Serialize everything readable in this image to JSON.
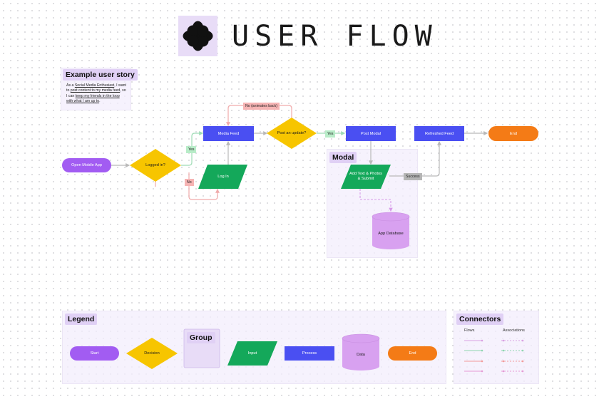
{
  "title": {
    "text": "USER FLOW",
    "icon": "flower-icon"
  },
  "story": {
    "label": "Example user story",
    "line1": "As a ",
    "persona": "Social Media Enthusiast",
    "line2": ", I want to ",
    "goal": "post content to my media feed",
    "line3": ", so I can ",
    "benefit": "keep my friends in the loop with what I am up to",
    "line4": "."
  },
  "flow": {
    "open_app": "Open Mobile App",
    "logged_in": "Logged in?",
    "yes_1": "Yes",
    "no_1": "No",
    "log_in": "Log In",
    "media_feed": "Media Feed",
    "post_update": "Post an update?",
    "no_animates": "No (animates back)",
    "yes_2": "Yes",
    "post_modal": "Post Modal",
    "refreshed_feed": "Refreshed Feed",
    "end": "End",
    "modal_label": "Modal",
    "add_text": "Add Text & Photos & Submit",
    "success": "Success",
    "app_database": "App Database"
  },
  "legend": {
    "label": "Legend",
    "start": "Start",
    "decision": "Decision",
    "group": "Group",
    "input": "Input",
    "process": "Process",
    "data": "Data",
    "end": "End"
  },
  "connectors": {
    "label": "Connectors",
    "flows": "Flows",
    "associations": "Associations",
    "colors": [
      "#d9a1e3",
      "#8fd6b0",
      "#f29b9b",
      "#e59bd5"
    ]
  },
  "colors": {
    "purple": "#a25cf2",
    "yellow": "#f7c500",
    "green": "#14a85a",
    "blue": "#4a4ff2",
    "orange": "#f47b16",
    "database": "#d8a1f0",
    "group": "#e8dcf7"
  }
}
